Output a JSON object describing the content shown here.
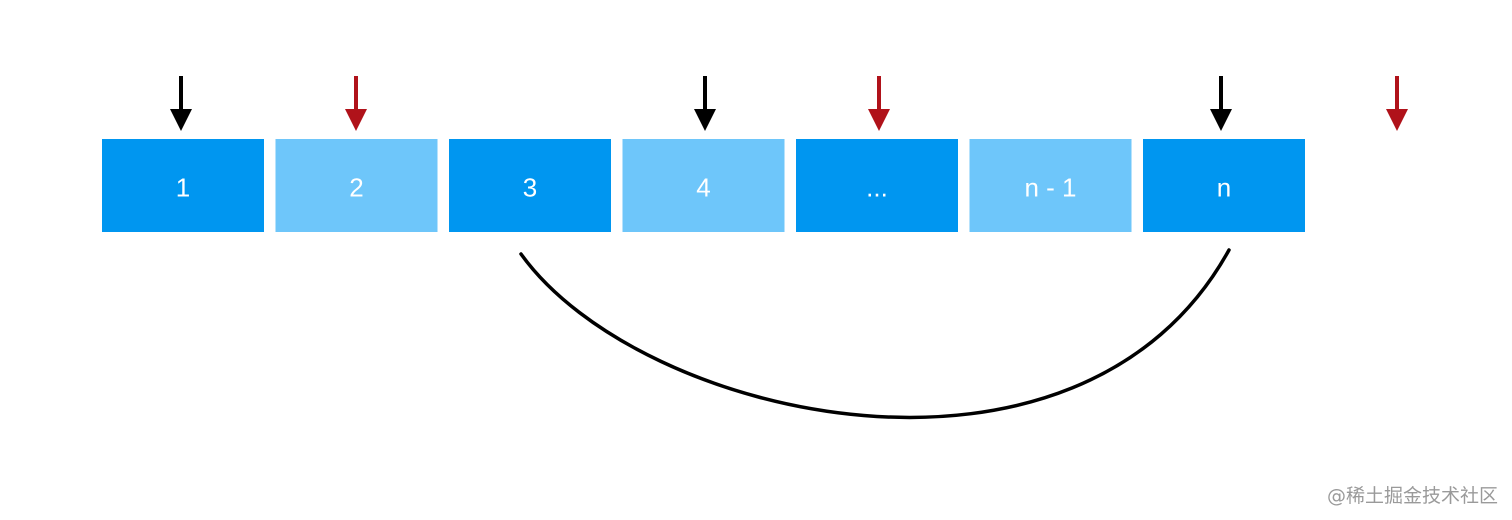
{
  "colors": {
    "cell_dark": "#0096f0",
    "cell_light": "#6ec6fa",
    "arrow_black": "#000000",
    "arrow_red": "#b0121a",
    "connector": "#000000",
    "watermark": "#9a9a9a"
  },
  "cells": [
    {
      "label": "1",
      "shade": "dark"
    },
    {
      "label": "2",
      "shade": "light"
    },
    {
      "label": "3",
      "shade": "dark"
    },
    {
      "label": "4",
      "shade": "light"
    },
    {
      "label": "...",
      "shade": "dark"
    },
    {
      "label": "n - 1",
      "shade": "light"
    },
    {
      "label": "n",
      "shade": "dark"
    }
  ],
  "arrows": [
    {
      "color": "black",
      "points_to": "1"
    },
    {
      "color": "red",
      "points_to": "2"
    },
    {
      "color": "black",
      "points_to": "4"
    },
    {
      "color": "red",
      "points_to": "..."
    },
    {
      "color": "black",
      "points_to": "n"
    },
    {
      "color": "red",
      "points_to": "past the end"
    }
  ],
  "connector": {
    "from": "3",
    "to": "n",
    "shape": "arc-below"
  },
  "watermark": "@稀土掘金技术社区"
}
